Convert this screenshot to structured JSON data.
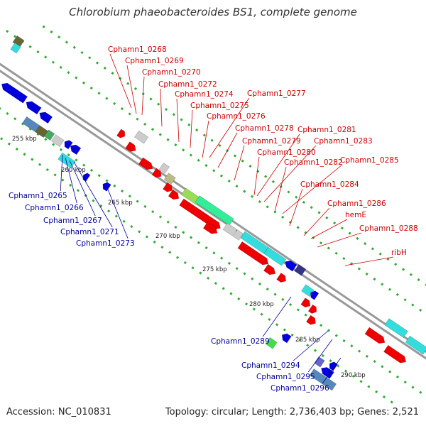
{
  "title": "Chlorobium phaeobacteroides BS1, complete genome",
  "accession_text": "Accession: NC_010831",
  "summary_text": "Topology: circular; Length: 2,736,403 bp; Genes: 2,521",
  "colors": {
    "forward_gene": "#ee0000",
    "reverse_gene": "#0000dd",
    "forward_label": "#cc0000",
    "reverse_label": "#000099",
    "backbone": "#999999",
    "ticks": "#33aa33",
    "cyan": "#33dddd",
    "gray": "#cccccc",
    "green": "#44dd44",
    "light_green": "#99dd55",
    "olive": "#bbbb88",
    "steel_blue": "#5588bb",
    "slate": "#6666cc",
    "navy": "#333388",
    "teal": "#44aa66",
    "brown": "#666633",
    "mint": "#33ee99"
  },
  "kbp_labels": [
    {
      "label": "255 kbp"
    },
    {
      "label": "260 kbp"
    },
    {
      "label": "265 kbp"
    },
    {
      "label": "270 kbp"
    },
    {
      "label": "275 kbp"
    },
    {
      "label": "280 kbp"
    },
    {
      "label": "285 kbp"
    },
    {
      "label": "290 kbp"
    }
  ],
  "forward_gene_labels": [
    {
      "name": "Cphamn1_0268"
    },
    {
      "name": "Cphamn1_0269"
    },
    {
      "name": "Cphamn1_0270"
    },
    {
      "name": "Cphamn1_0272"
    },
    {
      "name": "Cphamn1_0274"
    },
    {
      "name": "Cphamn1_0275"
    },
    {
      "name": "Cphamn1_0276"
    },
    {
      "name": "Cphamn1_0277"
    },
    {
      "name": "Cphamn1_0278"
    },
    {
      "name": "Cphamn1_0279"
    },
    {
      "name": "Cphamn1_0280"
    },
    {
      "name": "Cphamn1_0281"
    },
    {
      "name": "Cphamn1_0283"
    },
    {
      "name": "Cphamn1_0282"
    },
    {
      "name": "Cphamn1_0285"
    },
    {
      "name": "Cphamn1_0284"
    },
    {
      "name": "Cphamn1_0286"
    },
    {
      "name": "hemE"
    },
    {
      "name": "Cphamn1_0288"
    },
    {
      "name": "ribH"
    }
  ],
  "reverse_gene_labels": [
    {
      "name": "Cphamn1_0265"
    },
    {
      "name": "Cphamn1_0266"
    },
    {
      "name": "Cphamn1_0267"
    },
    {
      "name": "Cphamn1_0271"
    },
    {
      "name": "Cphamn1_0273"
    },
    {
      "name": "Cphamn1_0289"
    },
    {
      "name": "Cphamn1_0294"
    },
    {
      "name": "Cphamn1_0295"
    },
    {
      "name": "Cphamn1_0296"
    }
  ]
}
